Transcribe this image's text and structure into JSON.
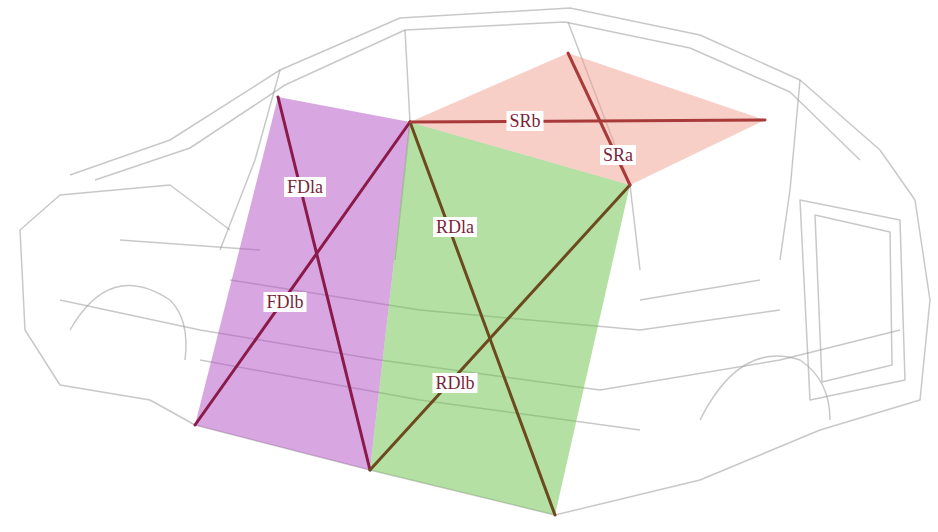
{
  "diagram": {
    "labels": [
      "FDla",
      "FDlb",
      "RDla",
      "RDlb",
      "SRb",
      "SRa"
    ]
  }
}
